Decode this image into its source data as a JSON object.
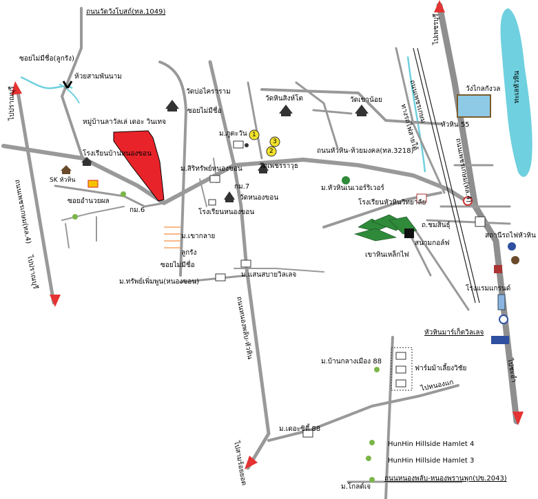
{
  "colors": {
    "road": "#999999",
    "highway": "#8c8c8c",
    "arrow": "#e53232",
    "river": "#6fd0df",
    "village": "#e8242a",
    "pin": "#f2e12b"
  },
  "labels": {
    "wat_wang_phong_road": "ถนนวัดวังโบสถ์(ทล.1049)",
    "soi_mai_mi_chue_1": "ซอยไม่มีชื่อ(ลูกรัง)",
    "huai_sam_phan_nam": "ห้วยสามพันนาม",
    "pranburi_top": "ไปปราณบุรี",
    "wat_bo_krayaram": "วัดบ่อไคราราม",
    "soi_mai_mi_chue_2": "ซอยไม่มีชื่อ",
    "wat_ban_lao": "หมู่บ้านลาวัลเล่ เดอะ วินเทจ",
    "wat_hing_rong": "วัดหินสิงห์โต",
    "wat_khao_noi": "วัดเขาน้อย",
    "m_phu_tarn": "ม.ภูตะวัน",
    "pin1": "1",
    "pin2": "2",
    "pin3": "3",
    "wang_klai_kangwon": "วังไกลกังวล",
    "huahin55": "หัวหิน 55",
    "railway_1": "ทางรถไฟสายใต้",
    "railway_2": "ถนนเพชรเกษม",
    "sea": "ทะเลหัวหิน",
    "tang_sila": "ไปเพชรบุรี",
    "road_3218": "ถนนหัวหิน-ห้วยมงคล(ทล.3218)",
    "kasem_right": "ถนนเพชรเกษม(ทล.4)",
    "pho_pramuan": "โรงเรียนบ้านหนองขอน",
    "sk_huahin": "SK หัวหิน",
    "m_siriwan": "ม.สิริทรัพย์หนองขอน",
    "wat_phetcharaturat": "วัดเพชรราวุธ",
    "km7": "กม.7",
    "wat_nong_khon": "วัดหนองขอน",
    "m_huahin_river": "ม.หัวหินเนเวอร์ริเวอร์",
    "school_huahin": "โรงเรียนหัวหินวิทยาลัย",
    "soi_am_nuay": "ซอยอำนวยผล",
    "km6": "กม.6",
    "rr_nong_khon": "โรงเรียนหนองขอน",
    "kasem_left": "ถนนเพชรเกษม(ทล.4)",
    "to_pranburi": "ไปปราณบุรี",
    "khao_hin_lek_fai": "เขาหินเหล็กไฟ",
    "huahin_station": "สถานีรถไฟหัวหิน",
    "tor_chamsin": "ถ.ชมสินธุ์",
    "golf": "สนามกอล์ฟ",
    "m_khao_kla": "ม.เขากลาย",
    "luk_rang": "ลูกรัง",
    "soi_mai_mi_chue_3": "ซอยไม่มีชื่อ",
    "m_saen_sabai": "ม.แสนสบายวิลเลจ",
    "m_sap_phoem": "ม.ทรัพย์เพิ่มพูน(หนองขอน)",
    "hotel_grand": "โรงแรมแกรนด์",
    "huahin_market": "หัวหินมาร์เก็ตวิลเลจ",
    "road_nong_phlap": "ถนนหนองพลับ-หัวหิน",
    "to_chaam": "ไปชะอำ",
    "m_ban_klang": "ม.บ้านกลางเมือง 88",
    "farm": "ฟาร์มม้าเลี้ยงวิชัย",
    "to_nong_khe": "ไปหนองแก",
    "m_city": "ม.เดอะซิตี้ 88",
    "hillside4": "HunHin Hillside Hamlet 4",
    "hillside3": "HunHin Hillside Hamlet 3",
    "to_rong_nong": "ไปสามร้อยยอด",
    "m_kolf": "ม.โกลด์เจ",
    "road_2043": "ถนนหนองพลับ-หนองพรานพุก(ปข.2043)"
  }
}
